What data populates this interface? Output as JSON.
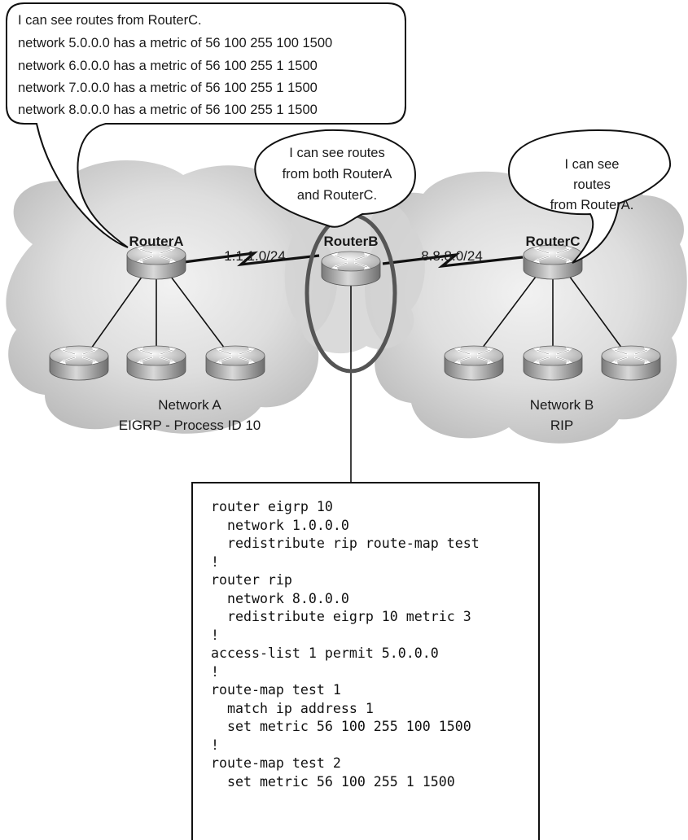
{
  "balloons": {
    "router_a": {
      "lines": [
        "I can see routes from RouterC.",
        "network 5.0.0.0 has a metric of 56 100 255 100 1500",
        "network 6.0.0.0 has a metric of 56 100 255 1 1500",
        "network 7.0.0.0 has a metric of 56 100 255 1 1500",
        "network 8.0.0.0 has a metric of 56 100 255 1 1500"
      ]
    },
    "router_b": {
      "lines": [
        "I can see routes",
        "from both RouterA",
        "and RouterC."
      ]
    },
    "router_c": {
      "lines": [
        "I can see",
        "routes",
        "from RouterA."
      ]
    }
  },
  "routers": {
    "a": "RouterA",
    "b": "RouterB",
    "c": "RouterC"
  },
  "links": {
    "a_b": "1.1.1.0/24",
    "b_c": "8.8.8.0/24"
  },
  "networks": {
    "a": {
      "name": "Network A",
      "protocol": "EIGRP - Process ID 10"
    },
    "b": {
      "name": "Network B",
      "protocol": "RIP"
    }
  },
  "config": {
    "lines": [
      "router eigrp 10",
      "  network 1.0.0.0",
      "  redistribute rip route-map test",
      "!",
      "router rip",
      "  network 8.0.0.0",
      "  redistribute eigrp 10 metric 3",
      "!",
      "access-list 1 permit 5.0.0.0",
      "!",
      "route-map test 1",
      "  match ip address 1",
      "  set metric 56 100 255 100 1500",
      "!",
      "route-map test 2",
      "  set metric 56 100 255 1 1500"
    ]
  }
}
